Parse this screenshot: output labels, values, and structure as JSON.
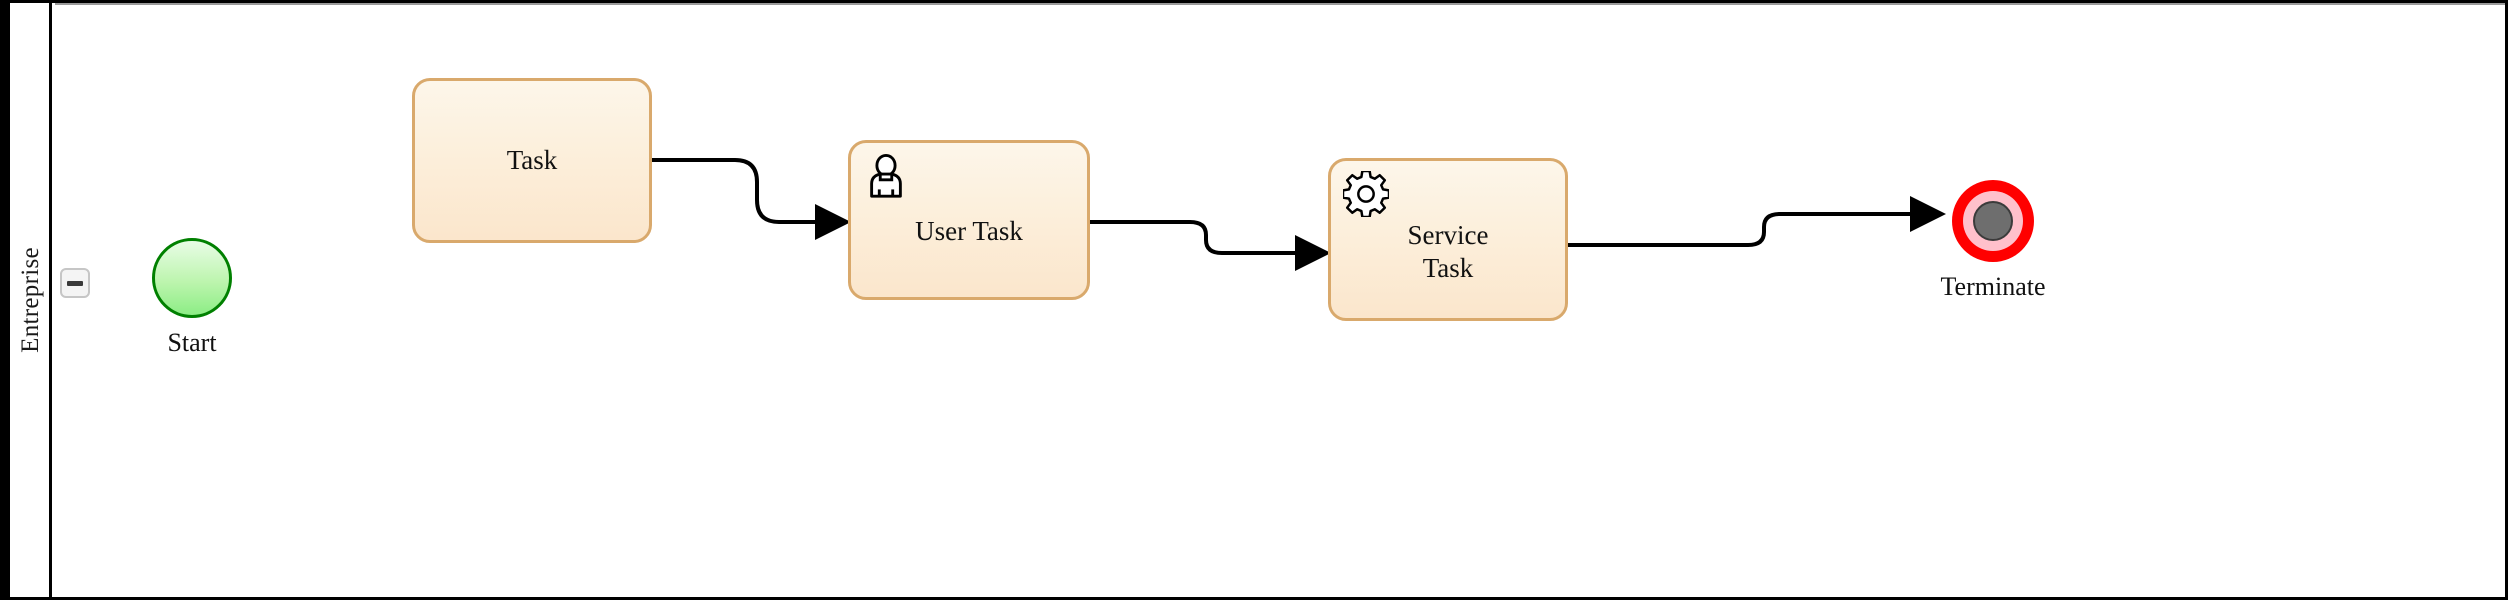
{
  "diagram": {
    "type": "bpmn-process",
    "pool": {
      "lane_label": "Entreprise",
      "collapse_button_icon": "minus-icon"
    },
    "nodes": [
      {
        "id": "start",
        "kind": "start-event",
        "label": "Start",
        "icon": "none",
        "fill": "#aef5a0",
        "stroke": "#008000"
      },
      {
        "id": "task",
        "kind": "task",
        "label": "Task",
        "icon": "none",
        "fill": "#fbe6cc",
        "stroke": "#d9a96c"
      },
      {
        "id": "user-task",
        "kind": "user-task",
        "label": "User Task",
        "icon": "user-icon",
        "fill": "#fbe6cc",
        "stroke": "#d9a96c"
      },
      {
        "id": "service-task",
        "kind": "service-task",
        "label": "Service Task",
        "label_line_1": "Service",
        "label_line_2": "Task",
        "icon": "gear-icon",
        "fill": "#fbe6cc",
        "stroke": "#d9a96c"
      },
      {
        "id": "terminate",
        "kind": "terminate-end-event",
        "label": "Terminate",
        "icon": "terminate-icon",
        "outer_ring": "#ff0000",
        "inner_fill": "#ffc0cb",
        "marker_fill": "#6e6e6e"
      }
    ],
    "edges": [
      {
        "id": "flow-1",
        "from": "task",
        "to": "user-task",
        "style": "sequence-flow"
      },
      {
        "id": "flow-2",
        "from": "user-task",
        "to": "service-task",
        "style": "sequence-flow"
      },
      {
        "id": "flow-3",
        "from": "service-task",
        "to": "terminate",
        "style": "sequence-flow"
      }
    ],
    "colors": {
      "frame": "#000000",
      "canvas": "#ffffff",
      "edge": "#000000"
    }
  }
}
